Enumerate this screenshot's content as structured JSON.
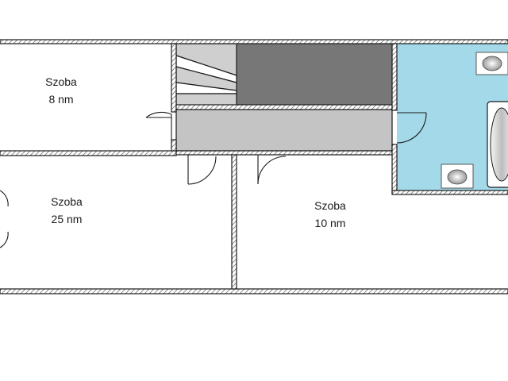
{
  "rooms": [
    {
      "name": "Szoba",
      "area": "8 nm"
    },
    {
      "name": "Szoba",
      "area": "25 nm"
    },
    {
      "name": "Szoba",
      "area": "10 nm"
    }
  ],
  "colors": {
    "wall": "#1a1a1a",
    "wall_hatch": "#7a7a7a",
    "stair_dark": "#777777",
    "corridor": "#c4c4c4",
    "bathroom": "#a3d9e8",
    "fixture": "#e8e8e8"
  }
}
